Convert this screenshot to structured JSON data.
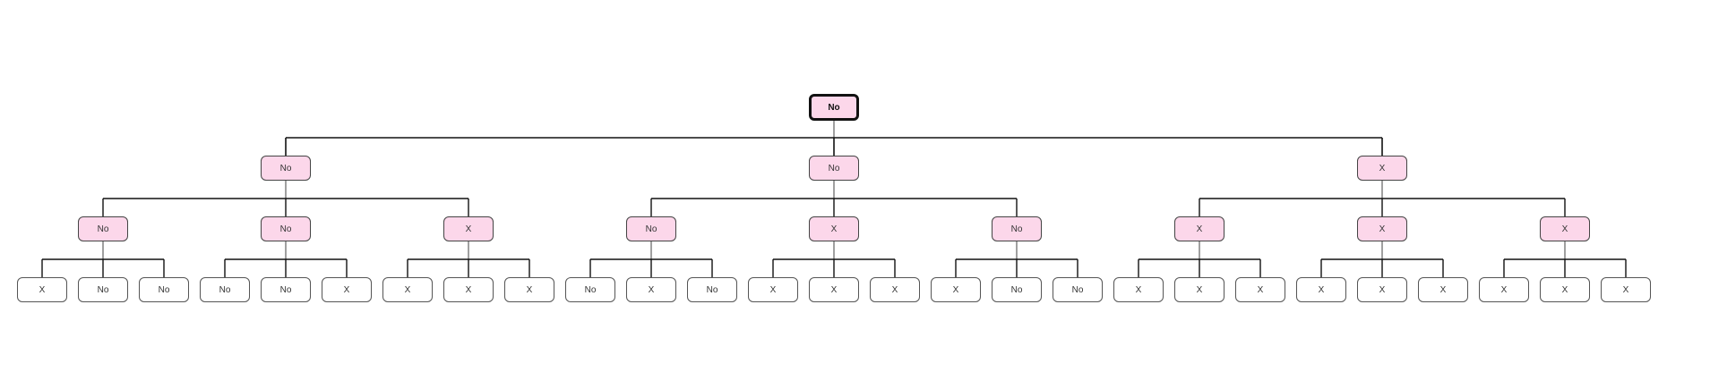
{
  "diagram": {
    "root": {
      "label": "No",
      "children": [
        {
          "label": "No",
          "children": [
            {
              "label": "No",
              "children": [
                {
                  "label": "X"
                },
                {
                  "label": "No"
                },
                {
                  "label": "No"
                }
              ]
            },
            {
              "label": "No",
              "children": [
                {
                  "label": "No"
                },
                {
                  "label": "No"
                },
                {
                  "label": "X"
                }
              ]
            },
            {
              "label": "X",
              "children": [
                {
                  "label": "X"
                },
                {
                  "label": "X"
                },
                {
                  "label": "X"
                }
              ]
            }
          ]
        },
        {
          "label": "No",
          "children": [
            {
              "label": "No",
              "children": [
                {
                  "label": "No"
                },
                {
                  "label": "X"
                },
                {
                  "label": "No"
                }
              ]
            },
            {
              "label": "X",
              "children": [
                {
                  "label": "X"
                },
                {
                  "label": "X"
                },
                {
                  "label": "X"
                }
              ]
            },
            {
              "label": "No",
              "children": [
                {
                  "label": "X"
                },
                {
                  "label": "No"
                },
                {
                  "label": "No"
                }
              ]
            }
          ]
        },
        {
          "label": "X",
          "children": [
            {
              "label": "X",
              "children": [
                {
                  "label": "X"
                },
                {
                  "label": "X"
                },
                {
                  "label": "X"
                }
              ]
            },
            {
              "label": "X",
              "children": [
                {
                  "label": "X"
                },
                {
                  "label": "X"
                },
                {
                  "label": "X"
                }
              ]
            },
            {
              "label": "X",
              "children": [
                {
                  "label": "X"
                },
                {
                  "label": "X"
                },
                {
                  "label": "X"
                }
              ]
            }
          ]
        }
      ]
    },
    "colors": {
      "node_fill": "#fcd7ea",
      "leaf_fill": "#ffffff",
      "edge": "#111111",
      "text": "#333333"
    }
  }
}
